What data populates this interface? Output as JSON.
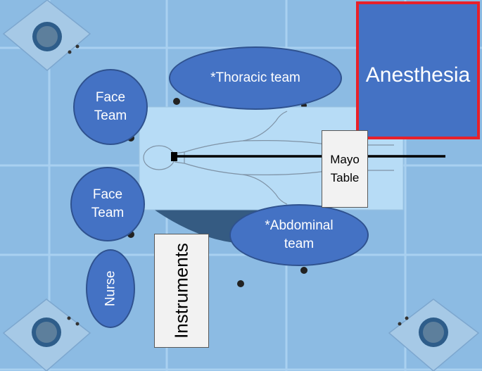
{
  "labels": {
    "anesthesia": "Anesthesia",
    "thoracic": "*Thoracic team",
    "face_top": [
      "Face",
      "Team"
    ],
    "face_bottom": [
      "Face",
      "Team"
    ],
    "abdominal": [
      "*Abdominal",
      "team"
    ],
    "mayo": [
      "Mayo",
      "Table"
    ],
    "instruments": "Instruments",
    "nurse": "Nurse"
  },
  "colors": {
    "floor": "#8cbbe3",
    "team_fill": "#4472c4",
    "team_border": "#2f528f",
    "anesthesia_border": "#e8202a",
    "table_fill": "#b7dcf6",
    "light_box": "#f2f2f2",
    "floor_circle": "#2e5d8a"
  }
}
